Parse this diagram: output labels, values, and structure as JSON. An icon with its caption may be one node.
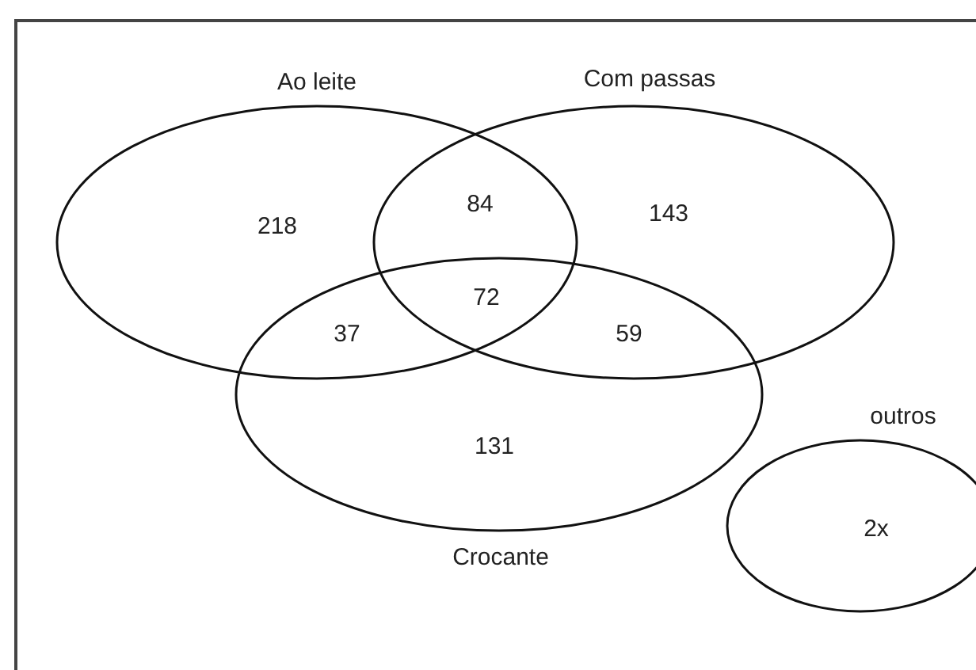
{
  "diagram": {
    "nodes": [
      {
        "text": [
          "Ao leite"
        ]
      },
      {
        "text": [
          "Com passas"
        ]
      },
      {
        "text": [
          "Crocante"
        ]
      },
      {
        "text": [
          "outros",
          "2x"
        ]
      }
    ],
    "labels": [
      "218",
      "84",
      "143",
      "72",
      "37",
      "59",
      "131"
    ]
  }
}
